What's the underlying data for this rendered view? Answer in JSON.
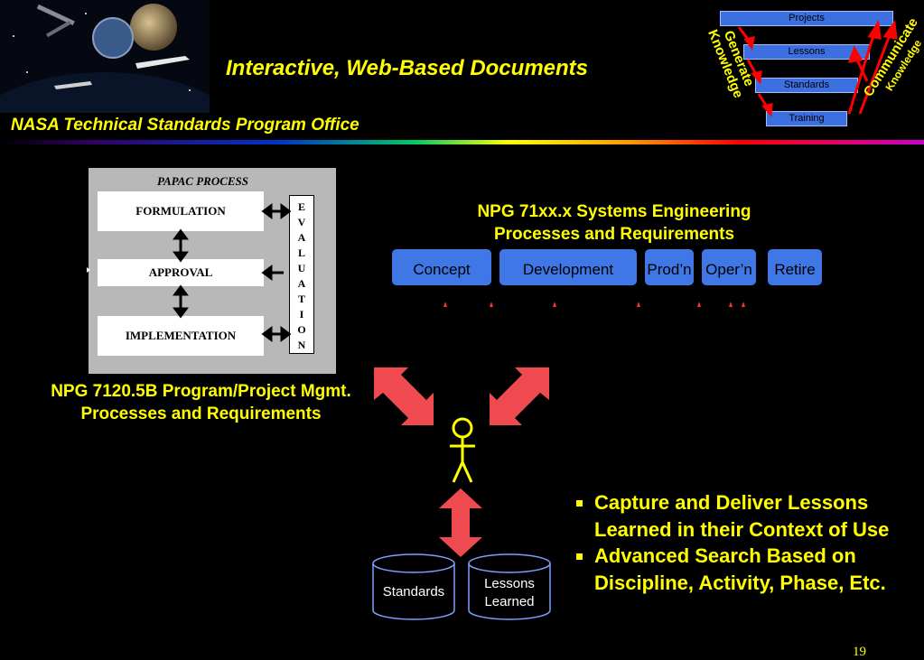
{
  "header": {
    "title": "Interactive, Web-Based Documents",
    "office": "NASA Technical Standards Program Office"
  },
  "pyramid": {
    "levels": [
      "Projects",
      "Lessons",
      "Standards",
      "Training"
    ],
    "left_label_1": "Generate",
    "left_label_2": "Knowledge",
    "right_label_1": "Communicate",
    "right_label_2": "Knowledge"
  },
  "papac": {
    "title": "PAPAC PROCESS",
    "formulation": "FORMULATION",
    "approval": "APPROVAL",
    "implementation": "IMPLEMENTATION",
    "evaluation_letters": [
      "E",
      "V",
      "A",
      "L",
      "U",
      "A",
      "T",
      "I",
      "O",
      "N"
    ]
  },
  "npg7120": {
    "line1": "NPG 7120.5B Program/Project Mgmt.",
    "line2": "Processes and Requirements"
  },
  "npg71xx": {
    "line1": "NPG 71xx.x Systems Engineering",
    "line2": "Processes and Requirements",
    "phases": [
      "Concept",
      "Development",
      "Prod’n",
      "Oper’n",
      "Retire"
    ]
  },
  "repositories": {
    "standards": "Standards",
    "lessons_line1": "Lessons",
    "lessons_line2": "Learned"
  },
  "bullets": [
    "Capture and Deliver Lessons Learned in their Context  of Use",
    "Advanced Search Based on Discipline, Activity, Phase, Etc."
  ],
  "page_number": "19",
  "colors": {
    "accent_yellow": "#ffff00",
    "arrow_red": "#ef4a50",
    "box_blue": "#3f78e6"
  }
}
